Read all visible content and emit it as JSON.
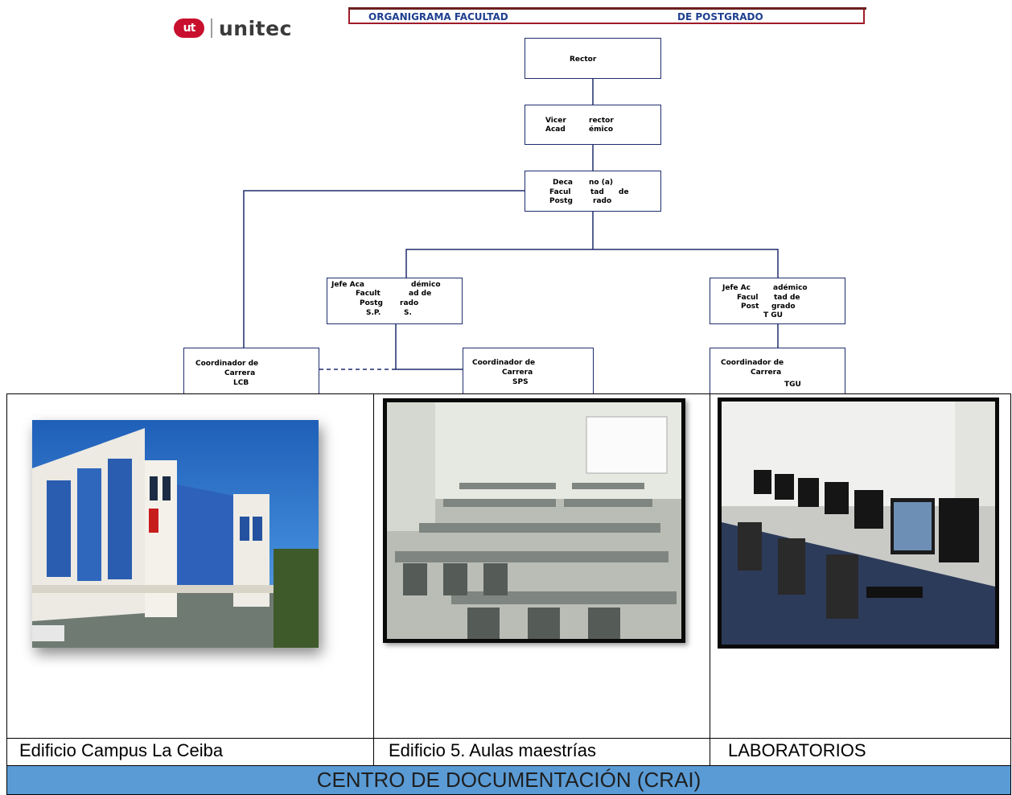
{
  "header": {
    "logo_mark": "ut",
    "logo_text": "unitec",
    "title_left": "ORGANIGRAMA FACULTAD",
    "title_right": "DE POSTGRADO"
  },
  "org": {
    "rector": {
      "l1a": "Rector"
    },
    "vicerrector": {
      "l1a": "Vicer",
      "l1b": "rector",
      "l2a": "Acad",
      "l2b": "émico"
    },
    "decano": {
      "l1a": "Deca",
      "l1b": "no (a)",
      "l2a": "Facul",
      "l2b": "tad",
      "l2c": "de",
      "l3a": "Postg",
      "l3b": "rado"
    },
    "jefe_sps": {
      "l1a": "Jefe Aca",
      "l1b": "démico",
      "l2a": "Facult",
      "l2b": "ad de",
      "l3a": "Postg",
      "l3b": "rado",
      "l4a": "S.P.",
      "l4b": "S."
    },
    "jefe_tgu": {
      "l1a": "Jefe Ac",
      "l1b": "adémico",
      "l2a": "Facul",
      "l2b": "tad de",
      "l3a": "Post",
      "l3b": "grado",
      "l4a": "T GU"
    },
    "coord_lcb": {
      "l1": "Coordinador de",
      "l2": "Carrera",
      "l3": "LCB"
    },
    "coord_sps": {
      "l1": "Coordinador de",
      "l2": "Carrera",
      "l3": "SPS"
    },
    "coord_tgu": {
      "l1": "Coordinador de",
      "l2": "Carrera",
      "l3": "TGU"
    }
  },
  "gallery": {
    "captions": [
      "Edificio Campus La Ceiba",
      "Edificio 5. Aulas maestrías",
      "LABORATORIOS"
    ],
    "banner": "CENTRO DE DOCUMENTACIÓN (CRAI)"
  },
  "colors": {
    "box_border": "#1f2d6e",
    "banner": "#5a9bd5",
    "title_text": "#1f3f8f",
    "brand_red": "#c8102e"
  }
}
